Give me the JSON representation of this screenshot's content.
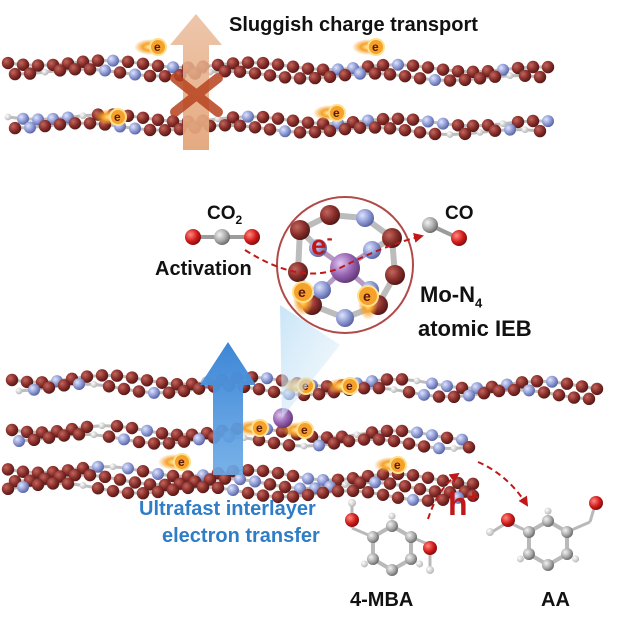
{
  "top_title": "Sluggish charge transport",
  "co2_formula": "CO",
  "co2_subscript": "2",
  "activation_label": "Activation",
  "co_label": "CO",
  "electron_symbol": "e",
  "electron_charge": "-",
  "mo_n4_line1": "Mo-N",
  "mo_n4_subscript": "4",
  "mo_n4_line2": "atomic IEB",
  "transfer_line1": "Ultrafast interlayer",
  "transfer_line2": "electron transfer",
  "hole_symbol": "h",
  "hole_charge": "+",
  "reactant_label": "4-MBA",
  "product_label": "AA",
  "colors": {
    "carbon": "#8a2f2b",
    "nitrogen": "#8f9bd6",
    "hydrogen": "#e6e6e6",
    "bond": "#b9b9b9",
    "mo_atom": "#9a67b5",
    "electron_glow": "#f6a12a",
    "blue_arrow": "#4a90d9",
    "blue_text": "#2e7dc6",
    "red_accent": "#c01818",
    "faded_arrow": "#e3a57a"
  }
}
